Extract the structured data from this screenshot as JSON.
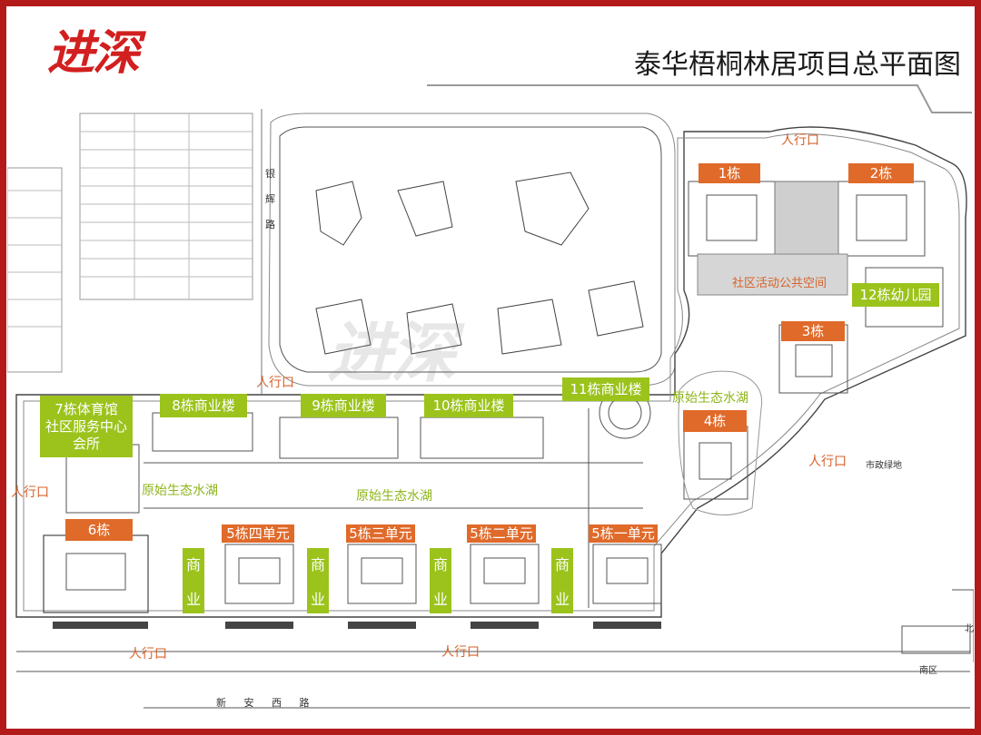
{
  "header": {
    "logo": "进深",
    "title": "泰华梧桐林居项目总平面图"
  },
  "buildings": {
    "b1": "1栋",
    "b2": "2栋",
    "b3": "3栋",
    "b4": "4栋",
    "b6": "6栋",
    "b5_4": "5栋四单元",
    "b5_3": "5栋三单元",
    "b5_2": "5栋二单元",
    "b5_1": "5栋一单元"
  },
  "commercial": {
    "b7_line1": "7栋体育馆",
    "b7_line2": "社区服务中心",
    "b7_line3": "会所",
    "b8": "8栋商业楼",
    "b9": "9栋商业楼",
    "b10": "10栋商业楼",
    "b11": "11栋商业楼",
    "b12": "12栋幼儿园",
    "shop_char1": "商",
    "shop_char2": "业"
  },
  "entrances": {
    "north": "人行口",
    "middle": "人行口",
    "west": "人行口",
    "east": "人行口",
    "south_left": "人行口",
    "south_right": "人行口"
  },
  "lakes": {
    "east": "原始生态水湖",
    "west": "原始生态水湖",
    "center": "原始生态水湖"
  },
  "spaces": {
    "public": "社区活动公共空间",
    "green": "市政绿地",
    "south_zone": "南区",
    "north_zone": "北"
  },
  "roads": {
    "west_road": "银 辉 路",
    "south_road": "新 安 西 路"
  },
  "watermark": "进深"
}
